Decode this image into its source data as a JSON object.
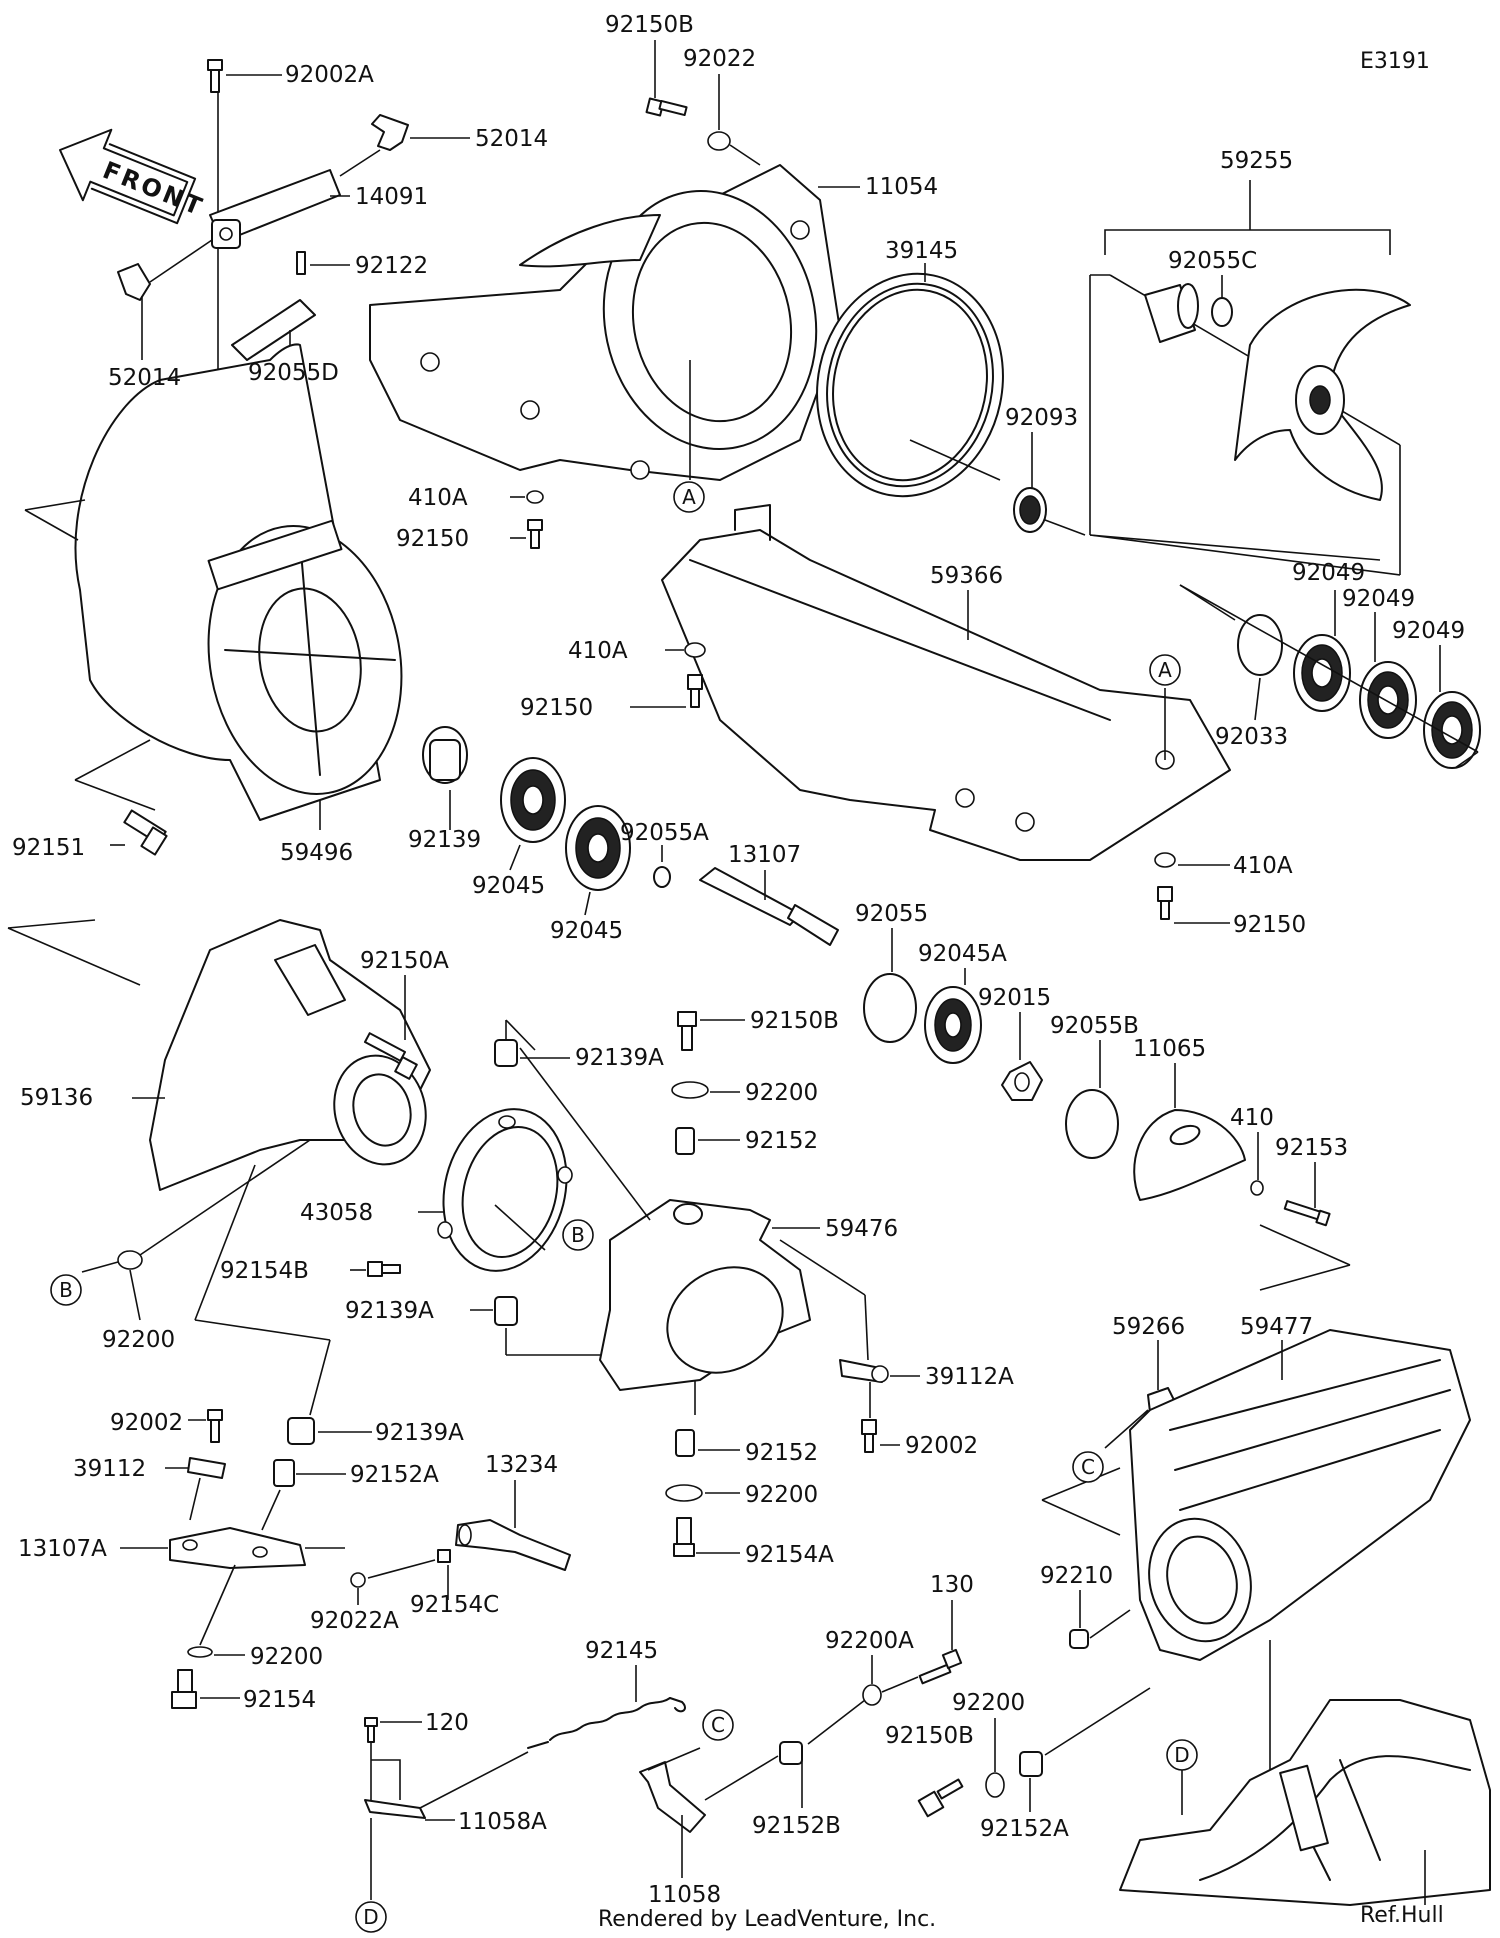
{
  "diagram_code": "E3191",
  "front_label": "FRONT",
  "footer": "Rendered by LeadVenture, Inc.",
  "ref_label": "Ref.Hull",
  "ref_circles": [
    "A",
    "A",
    "B",
    "B",
    "C",
    "C",
    "D",
    "D"
  ],
  "parts": [
    "92150B",
    "92022",
    "92002A",
    "52014",
    "14091",
    "92122",
    "52014",
    "92055D",
    "11054",
    "39145",
    "59255",
    "92055C",
    "92093",
    "410A",
    "92150",
    "59366",
    "92049",
    "92049",
    "92049",
    "92033",
    "410A",
    "92150",
    "A",
    "410A",
    "92150",
    "92151",
    "59496",
    "92139",
    "92045",
    "92045",
    "92055A",
    "13107",
    "92150A",
    "92055",
    "92045A",
    "92015",
    "92055B",
    "11065",
    "410",
    "92153",
    "92150B",
    "92139A",
    "92200",
    "92152",
    "59136",
    "43058",
    "59476",
    "92154B",
    "92139A",
    "92200",
    "39112A",
    "92002",
    "59266",
    "59477",
    "92002",
    "39112",
    "92139A",
    "92152A",
    "13234",
    "92152",
    "92200",
    "92154A",
    "13107A",
    "92022A",
    "92154C",
    "92200",
    "92154",
    "92210",
    "130",
    "92200A",
    "92200",
    "92145",
    "120",
    "11058A",
    "92150B",
    "92152B",
    "92152A",
    "11058"
  ]
}
